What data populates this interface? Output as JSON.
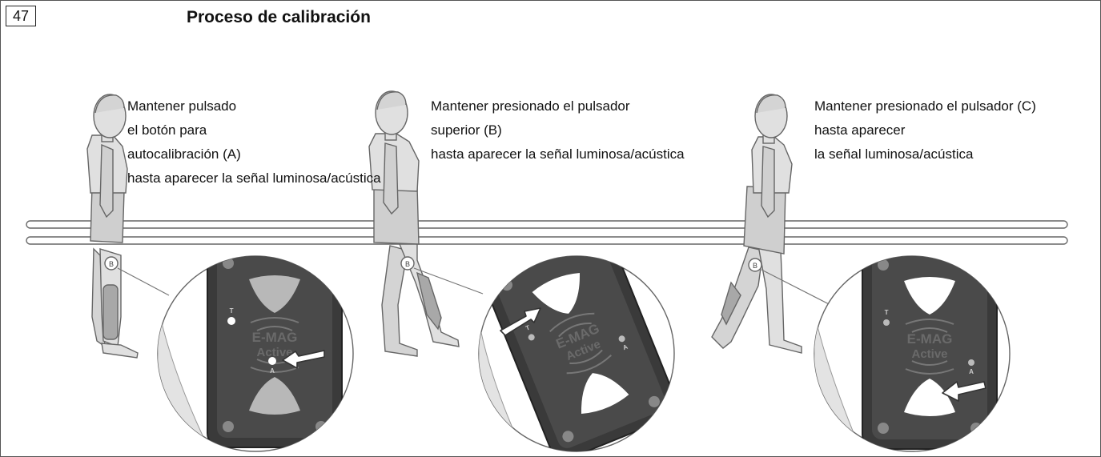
{
  "figure": {
    "number": "47",
    "title": "Proceso de calibración"
  },
  "steps": [
    {
      "lines": [
        "Mantener pulsado",
        "el botón para",
        "autocalibración (A)",
        "hasta aparecer la señal luminosa/acústica"
      ],
      "pressed_button": "A"
    },
    {
      "lines": [
        "Mantener presionado el pulsador",
        "superior (B)",
        "hasta aparecer la señal luminosa/acústica"
      ],
      "pressed_button": "B"
    },
    {
      "lines": [
        "Mantener presionado el pulsador (C)",
        "hasta aparecer",
        "la señal luminosa/acústica"
      ],
      "pressed_button": "C"
    }
  ],
  "device": {
    "brand_line1": "E-MAG",
    "brand_line2": "Active",
    "led_t_label": "T",
    "led_a_label": "A",
    "knee_badge": "B"
  },
  "colors": {
    "device_body": "#3a3a3a",
    "device_face": "#4a4a4a",
    "figure_fill": "#d9d9d9",
    "outline": "#666666",
    "orthosis": "#a8a8a8"
  }
}
